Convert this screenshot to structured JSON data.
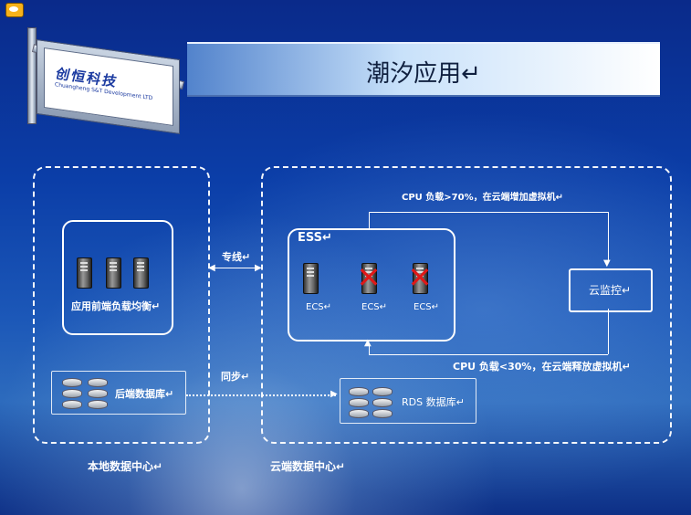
{
  "title": "潮汐应用↵",
  "sign": {
    "name": "创恒科技",
    "subtitle": "Chuangheng S&T Development LTD"
  },
  "local_dc": {
    "label": "本地数据中心↵",
    "frontend_label": "应用前端负载均衡↵",
    "backend_label": "后端数据库↵"
  },
  "cloud_dc": {
    "label": "云端数据中心↵",
    "ess_label": "ESS↵",
    "ecs_labels": [
      "ECS↵",
      "ECS↵",
      "ECS↵"
    ],
    "monitor_label": "云监控↵",
    "scale_up_rule": "CPU 负载>70%，在云端增加虚拟机↵",
    "scale_down_rule": "CPU 负载<30%，在云端释放虚拟机↵",
    "rds_label": "RDS 数据库↵"
  },
  "connections": {
    "dedicated_line": "专线↵",
    "sync": "同步↵"
  }
}
